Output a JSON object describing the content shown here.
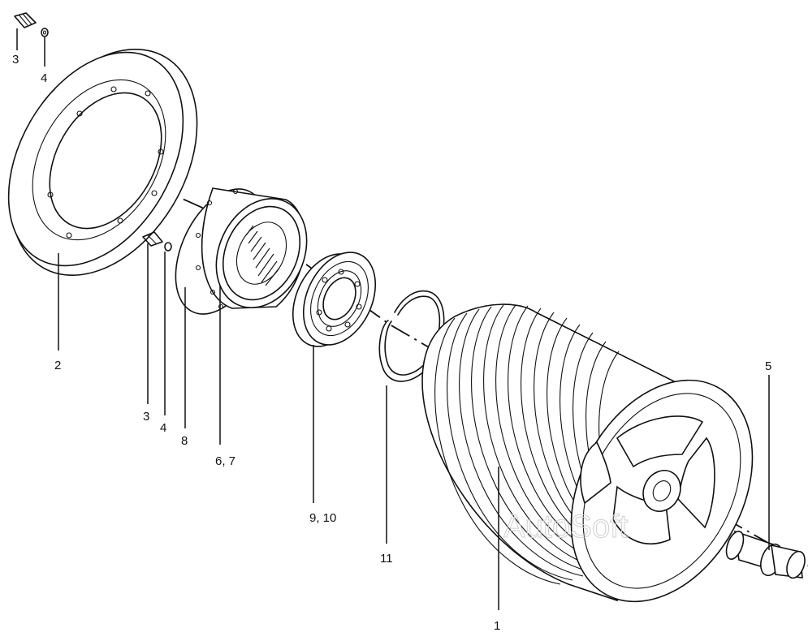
{
  "diagram": {
    "labels": {
      "top_screw": "3",
      "top_washer": "4",
      "flange": "2",
      "screw": "3",
      "washer": "4",
      "pin": "8",
      "hub": "6, 7",
      "bearing": "9, 10",
      "snap_ring": "11",
      "drum": "1",
      "shaft": "5"
    },
    "watermark": "AutoSoft"
  }
}
